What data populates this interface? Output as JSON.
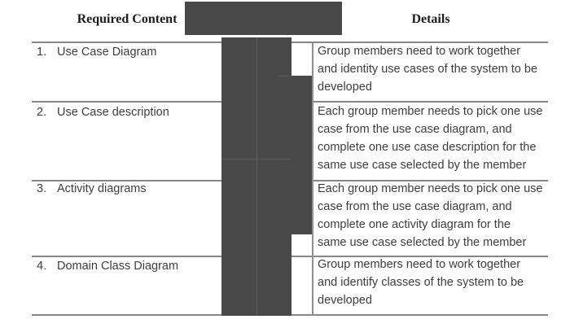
{
  "document": {
    "type": "assignment-table-with-redactions",
    "colors": {
      "redaction_box": "#484848",
      "table_rule": "#868686",
      "body_text": "#3d3d3d",
      "header_text": "#1c1c1c"
    },
    "table": {
      "col1_header": "Required Content",
      "col2_header": "Details",
      "rows": [
        {
          "num": "1.",
          "content": "Use Case Diagram",
          "details": "Group members need to work together\nand identity use cases of the system to be\ndeveloped"
        },
        {
          "num": "2.",
          "content": "Use Case description",
          "details": "Each group member needs to pick one use\ncase from the use case diagram, and\ncomplete one use case description for the\nsame use case selected by the member"
        },
        {
          "num": "3.",
          "content": "Activity diagrams",
          "details": "Each group member needs to pick one use\ncase from the use case diagram, and\ncomplete one activity diagram for the\nsame use case selected by the member"
        },
        {
          "num": "4.",
          "content": "Domain Class Diagram",
          "details": "Group members need to work together\nand identify classes of the system to be\ndeveloped"
        }
      ]
    }
  }
}
